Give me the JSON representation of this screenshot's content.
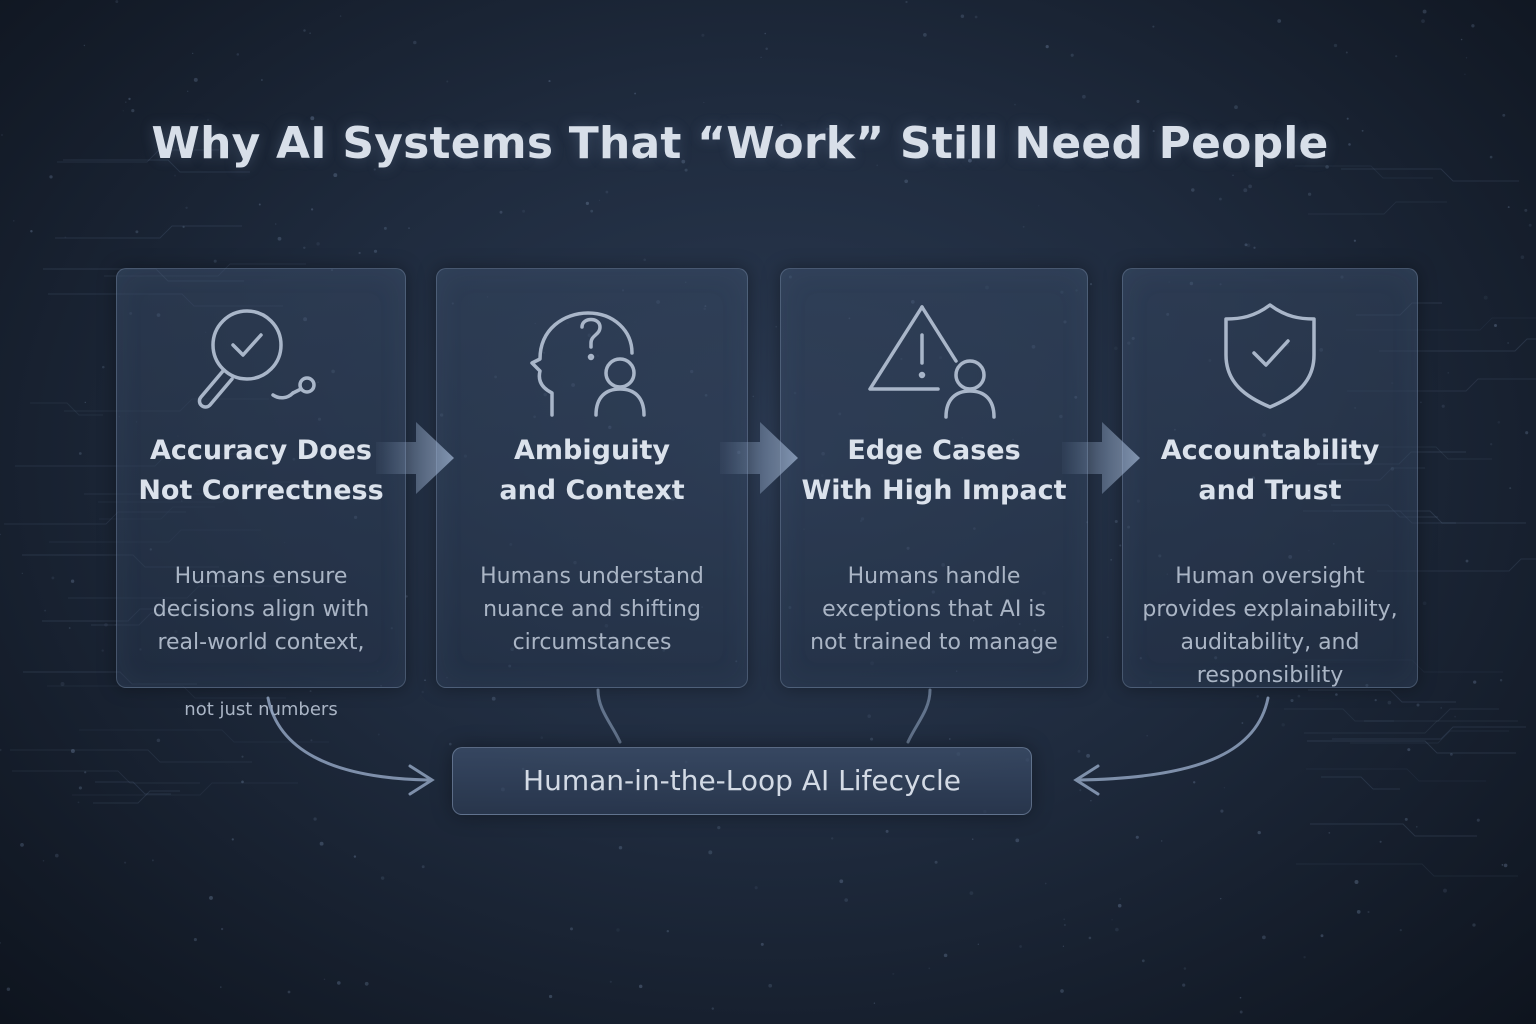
{
  "title": "Why AI Systems That “Work” Still Need People",
  "cards": [
    {
      "icon": "magnifier-check-icon",
      "title": "Accuracy Does\nNot Correctness",
      "description": "Humans ensure\ndecisions align with\nreal-world context,",
      "description_small": "not just numbers"
    },
    {
      "icon": "head-question-person-icon",
      "title": "Ambiguity\nand Context",
      "description": "Humans understand\nnuance and shifting\ncircumstances",
      "description_small": ""
    },
    {
      "icon": "warning-person-icon",
      "title": "Edge Cases\nWith High Impact",
      "description": "Humans handle\nexceptions that AI is\nnot trained to manage",
      "description_small": ""
    },
    {
      "icon": "shield-check-icon",
      "title": "Accountability\nand Trust",
      "description": "Human oversight\nprovides explainability,\nauditability, and\nresponsibility",
      "description_small": ""
    }
  ],
  "lifecycle": {
    "label": "Human-in-the-Loop AI Lifecycle"
  },
  "colors": {
    "background": "#1f2b3e",
    "card_border": "#8ca0be",
    "icon_stroke": "#a9b6c9",
    "title_text": "#d8dfe9",
    "body_text": "#aab5c5"
  }
}
